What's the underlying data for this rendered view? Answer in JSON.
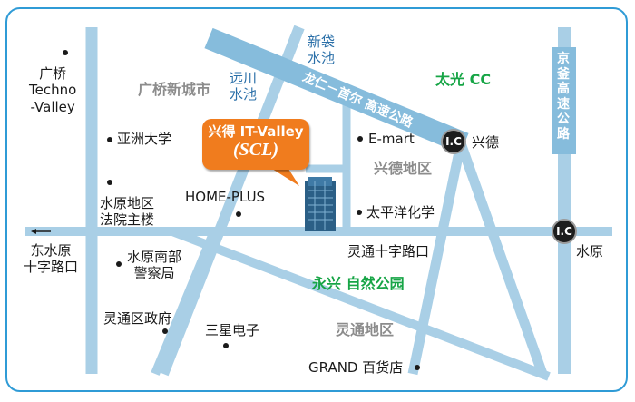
{
  "highways": {
    "diagonal": "龙仁－首尔 高速公路",
    "vertical": "京\n釜\n高\n速\n公\n路"
  },
  "interchanges": [
    "I.C",
    "I.C"
  ],
  "callout": {
    "title": "兴得 IT-Valley",
    "subtitle": "(SCL)"
  },
  "districts": {
    "gwanggyo_new_town": "广桥新城市",
    "heungdeok": "兴德地区",
    "yeongtong": "灵通地区"
  },
  "water": {
    "sindae": "新袋\n水池",
    "wonchun": "远川\n水池"
  },
  "green": {
    "taekwang_cc": "太光 CC",
    "yeongheung_park": "永兴 自然公园"
  },
  "places": {
    "gwanggyo_techno_valley": "广桥\nTechno\n-Valley",
    "ajou_univ": "亚洲大学",
    "suwon_court": "水原地区\n法院主楼",
    "homeplus": "HOME-PLUS",
    "emart": "E-mart",
    "heungdeok": "兴德",
    "pacific": "太平洋化学",
    "east_suwon": "东水原\n十字路口",
    "yeongtong_cross": "灵通十字路口",
    "suwon": "水原",
    "police": "水原南部\n警察局",
    "yeongtong_office": "灵通区政府",
    "samsung": "三星电子",
    "grand_dept": "GRAND 百货店"
  },
  "colors": {
    "road": "#a9cfe6",
    "road_dark": "#86bcdc",
    "frame": "#2f9bd6",
    "callout": "#f07c1e",
    "district": "#8c8c8c",
    "green": "#17a546",
    "water_text": "#2a6fa8"
  }
}
